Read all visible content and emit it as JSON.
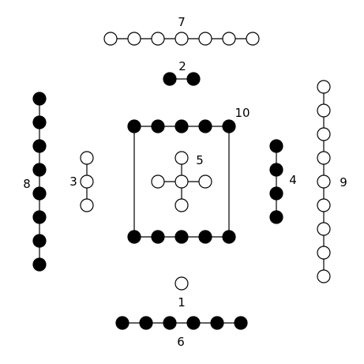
{
  "diagram": {
    "groups": [
      {
        "id": "1",
        "label": "1",
        "color": "white",
        "dots": 1
      },
      {
        "id": "2",
        "label": "2",
        "color": "black",
        "dots": 2
      },
      {
        "id": "3",
        "label": "3",
        "color": "white",
        "dots": 3
      },
      {
        "id": "4",
        "label": "4",
        "color": "black",
        "dots": 4
      },
      {
        "id": "5",
        "label": "5",
        "color": "white",
        "dots": 5
      },
      {
        "id": "6",
        "label": "6",
        "color": "black",
        "dots": 6
      },
      {
        "id": "7",
        "label": "7",
        "color": "white",
        "dots": 7
      },
      {
        "id": "8",
        "label": "8",
        "color": "black",
        "dots": 8
      },
      {
        "id": "9",
        "label": "9",
        "color": "white",
        "dots": 9
      },
      {
        "id": "10",
        "label": "10",
        "color": "black",
        "dots": 10
      }
    ],
    "colors": {
      "black": "#000000",
      "white": "#ffffff",
      "stroke": "#000000"
    }
  }
}
